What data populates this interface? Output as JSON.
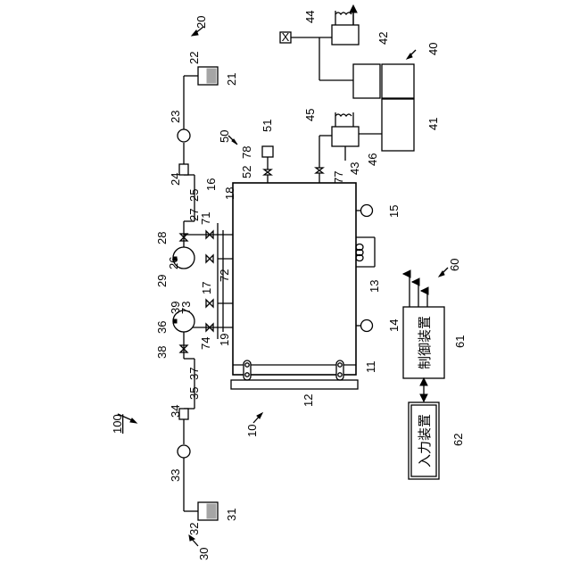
{
  "labels": {
    "n10": "10",
    "n11": "11",
    "n12": "12",
    "n13": "13",
    "n14": "14",
    "n15": "15",
    "n16": "16",
    "n17": "17",
    "n18": "18",
    "n19": "19",
    "n20": "20",
    "n21": "21",
    "n22": "22",
    "n23": "23",
    "n24": "24",
    "n25": "25",
    "n26": "26",
    "n27": "27",
    "n28": "28",
    "n29": "29",
    "n30": "30",
    "n31": "31",
    "n32": "32",
    "n33": "33",
    "n34": "34",
    "n35": "35",
    "n36": "36",
    "n37": "37",
    "n38": "38",
    "n39": "39",
    "n40": "40",
    "n41": "41",
    "n42": "42",
    "n43": "43",
    "n44": "44",
    "n45": "45",
    "n46": "46",
    "n50": "50",
    "n51": "51",
    "n52": "52",
    "n60": "60",
    "n61": "61",
    "n62": "62",
    "n71": "71",
    "n72": "72",
    "n73": "73",
    "n74": "74",
    "n77": "77",
    "n78": "78",
    "n100": "100"
  },
  "controller_label": "制御装置",
  "input_device_label": "入力装置",
  "sensor_mark": "X"
}
